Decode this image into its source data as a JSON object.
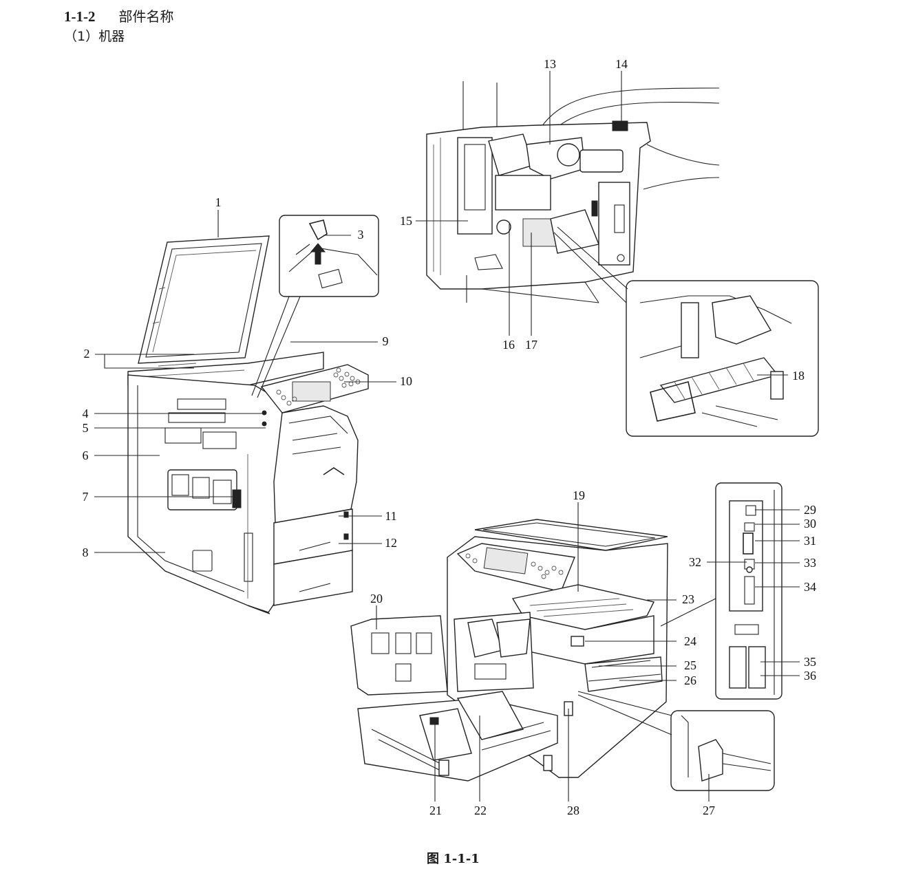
{
  "section": {
    "number": "1-1-2",
    "title": "部件名称"
  },
  "subsection": "（1）机器",
  "figure_caption": "图 1-1-1",
  "callouts": [
    "1",
    "2",
    "3",
    "4",
    "5",
    "6",
    "7",
    "8",
    "9",
    "10",
    "11",
    "12",
    "13",
    "14",
    "15",
    "16",
    "17",
    "18",
    "19",
    "20",
    "21",
    "22",
    "23",
    "24",
    "25",
    "26",
    "27",
    "28",
    "29",
    "30",
    "31",
    "32",
    "33",
    "34",
    "35",
    "36"
  ]
}
